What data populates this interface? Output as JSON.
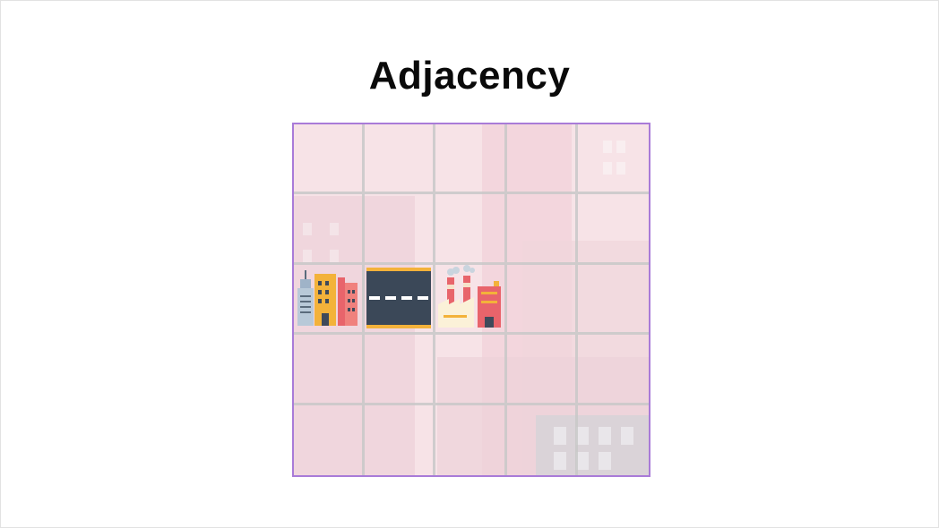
{
  "title": "Adjacency",
  "board": {
    "rows": 5,
    "cols": 5,
    "tiles": [
      {
        "row": 2,
        "col": 0,
        "type": "city",
        "icon": "city-buildings-icon"
      },
      {
        "row": 2,
        "col": 1,
        "type": "road",
        "icon": "road-icon"
      },
      {
        "row": 2,
        "col": 2,
        "type": "factory",
        "icon": "factory-icon"
      }
    ]
  },
  "colors": {
    "board_border": "#a97bd8",
    "board_background": "#f7e3e7",
    "grid_line": "#c8c8c8"
  }
}
